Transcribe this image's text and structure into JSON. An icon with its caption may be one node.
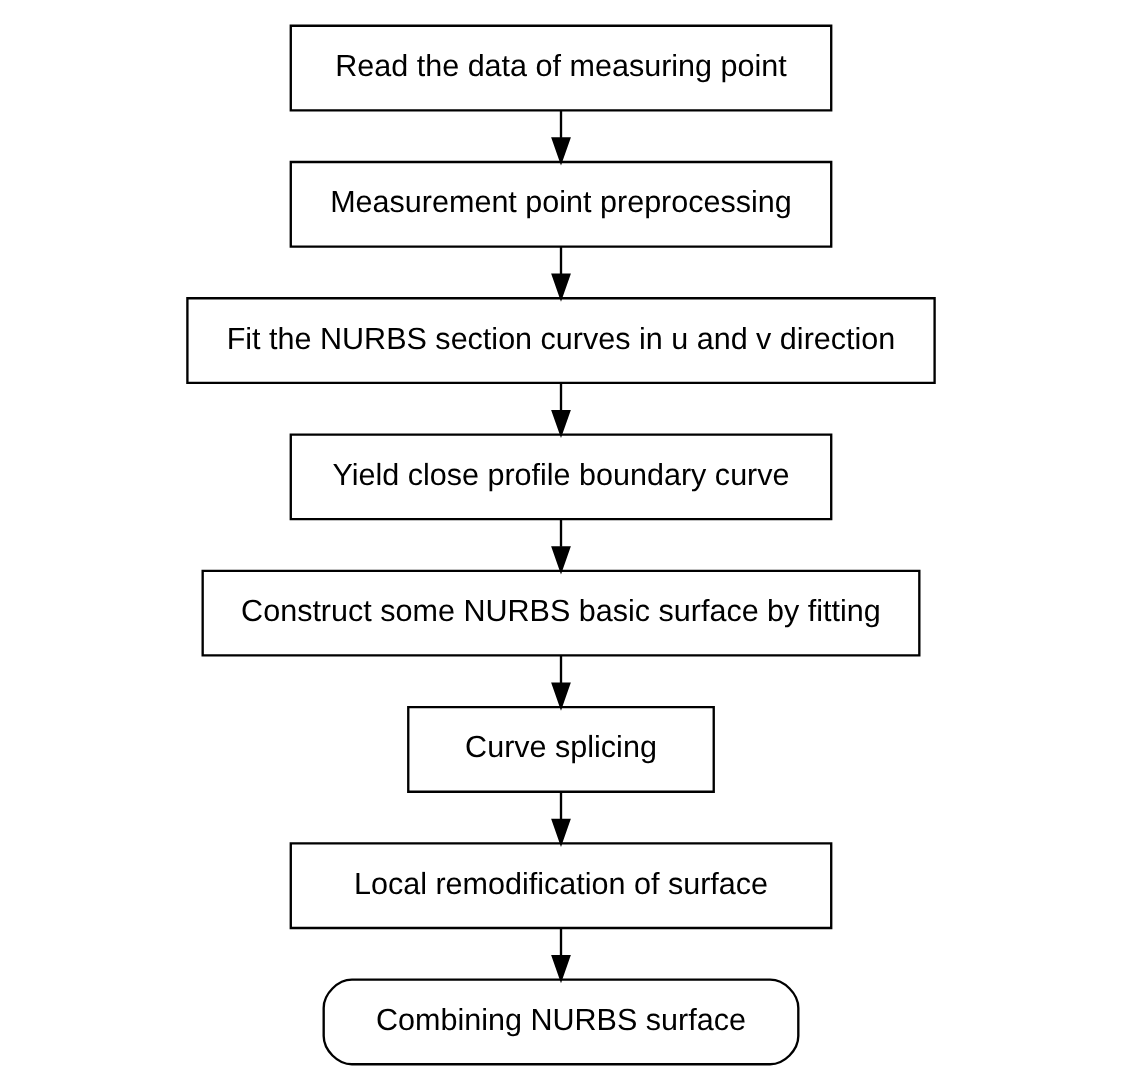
{
  "diagram": {
    "nodes": [
      {
        "text": [
          "Read the data of measuring point"
        ]
      },
      {
        "text": [
          "Measurement point preprocessing"
        ]
      },
      {
        "text": [
          "Fit the NURBS section curves in u and v direction"
        ]
      },
      {
        "text": [
          "Yield close profile boundary curve"
        ]
      },
      {
        "text": [
          "Construct some NURBS basic surface by fitting"
        ]
      },
      {
        "text": [
          "Curve splicing"
        ]
      },
      {
        "text": [
          "Local remodification of surface"
        ]
      },
      {
        "text": [
          "Combining NURBS surface"
        ]
      }
    ],
    "edges": [
      {
        "from": 0,
        "to": 1,
        "arrow": "to"
      },
      {
        "from": 1,
        "to": 2,
        "arrow": "to"
      },
      {
        "from": 2,
        "to": 3,
        "arrow": "to"
      },
      {
        "from": 3,
        "to": 4,
        "arrow": "to"
      },
      {
        "from": 4,
        "to": 5,
        "arrow": "to"
      },
      {
        "from": 5,
        "to": 6,
        "arrow": "to"
      },
      {
        "from": 6,
        "to": 7,
        "arrow": "to"
      }
    ]
  }
}
